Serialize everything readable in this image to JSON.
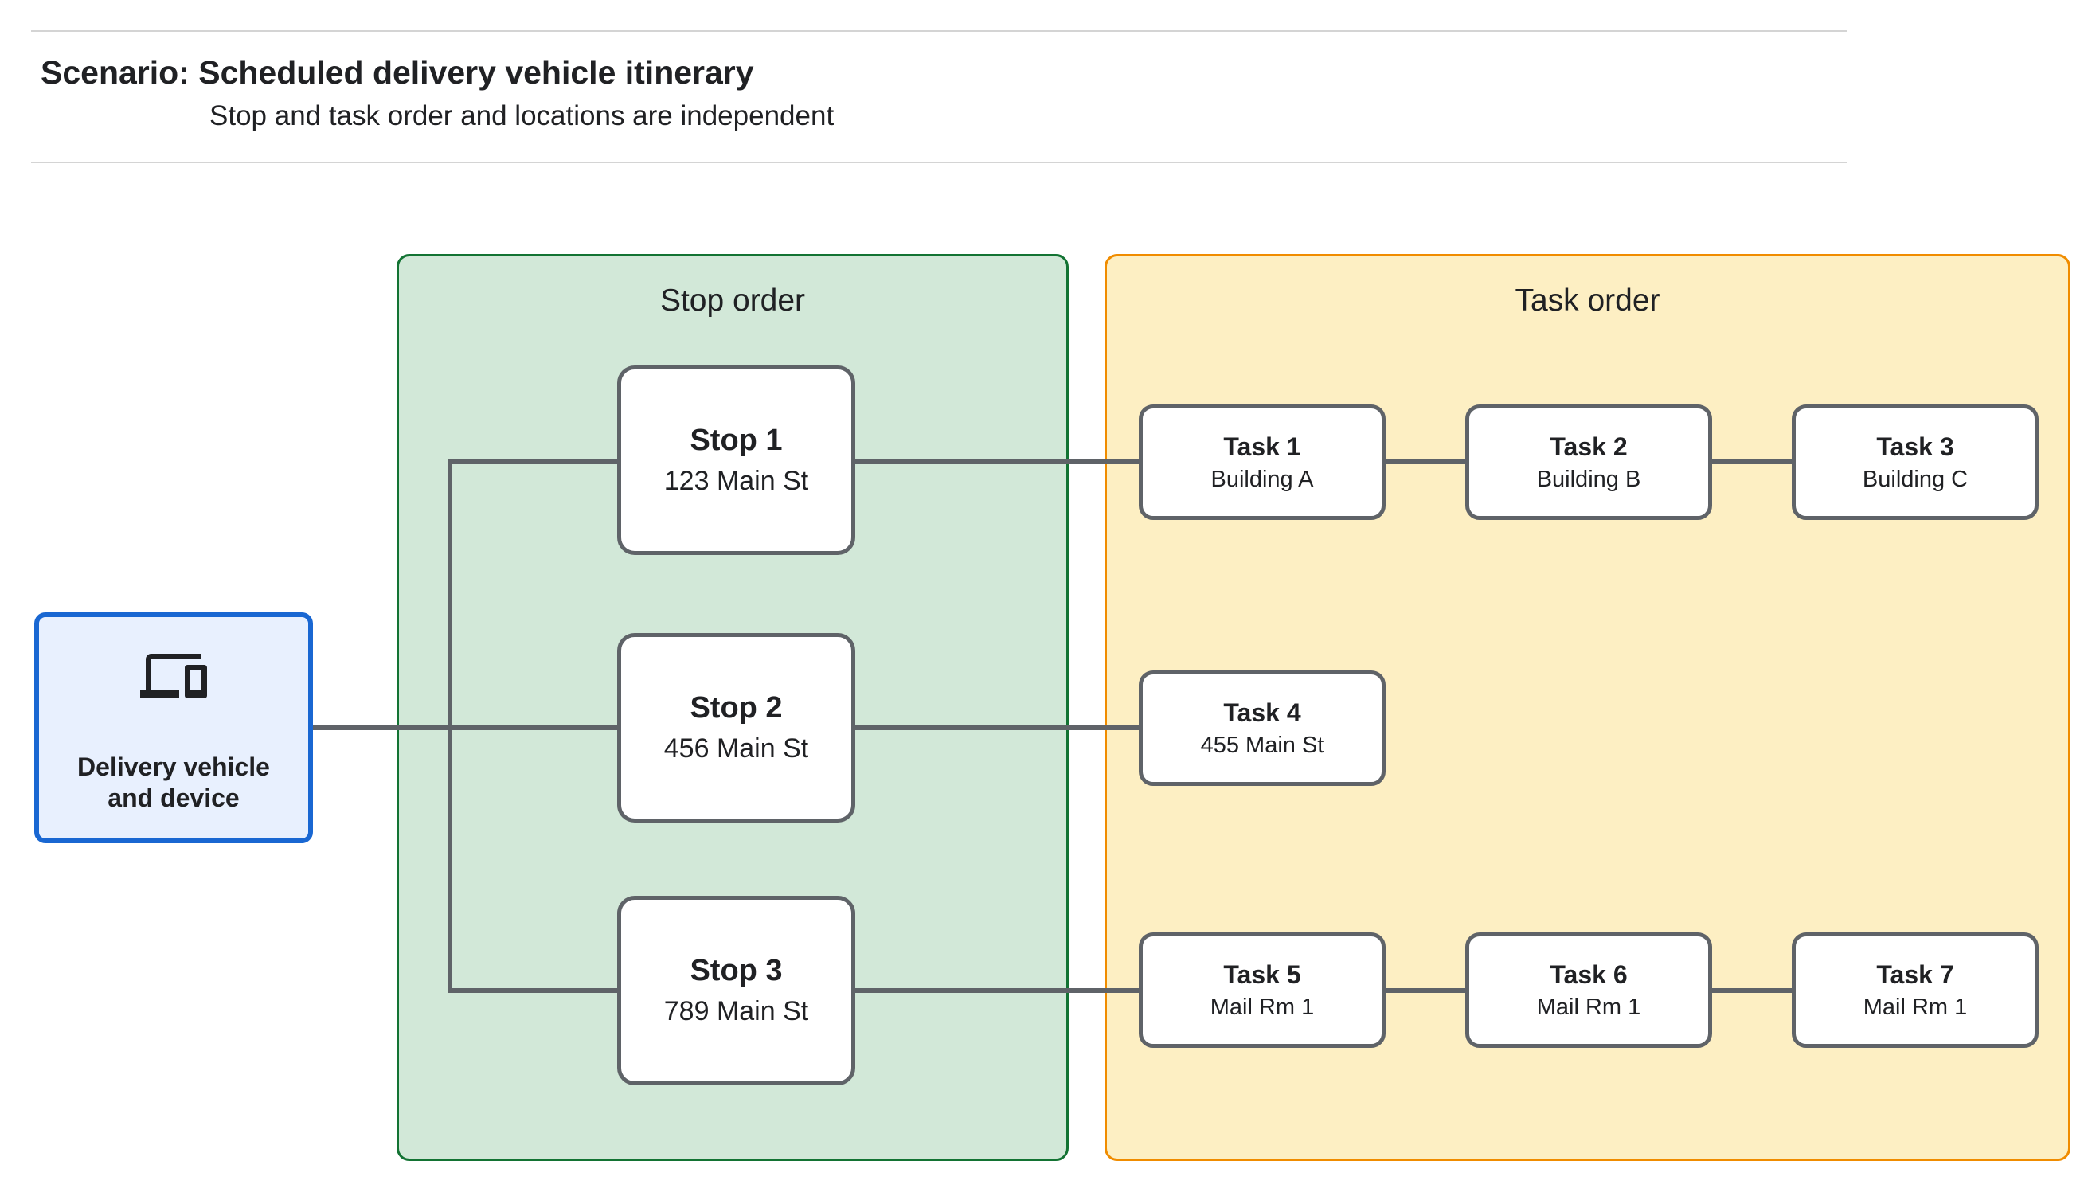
{
  "header": {
    "title": "Scenario: Scheduled delivery vehicle itinerary",
    "subtitle": "Stop and task order and locations are independent"
  },
  "source_node": {
    "icon": "devices-icon",
    "label_line1": "Delivery vehicle",
    "label_line2": "and device"
  },
  "groups": [
    {
      "title": "Stop order",
      "nodes": [
        {
          "title": "Stop 1",
          "subtitle": "123 Main St"
        },
        {
          "title": "Stop 2",
          "subtitle": "456 Main St"
        },
        {
          "title": "Stop 3",
          "subtitle": "789 Main St"
        }
      ]
    },
    {
      "title": "Task order",
      "rows": [
        [
          {
            "title": "Task 1",
            "subtitle": "Building A"
          },
          {
            "title": "Task 2",
            "subtitle": "Building B"
          },
          {
            "title": "Task 3",
            "subtitle": "Building C"
          }
        ],
        [
          {
            "title": "Task 4",
            "subtitle": "455 Main St"
          }
        ],
        [
          {
            "title": "Task 5",
            "subtitle": "Mail Rm 1"
          },
          {
            "title": "Task 6",
            "subtitle": "Mail Rm 1"
          },
          {
            "title": "Task 7",
            "subtitle": "Mail Rm 1"
          }
        ]
      ]
    }
  ],
  "colors": {
    "text": "#202124",
    "connector": "#5f6368",
    "node_border": "#5f6368",
    "node_fill": "#ffffff",
    "green_fill": "#d2e8d8",
    "green_border": "#137333",
    "yellow_fill": "#fdefc3",
    "yellow_border": "#f08c00",
    "blue_fill": "#e8f0fe",
    "blue_border": "#1967d2",
    "rule": "#d4d4d4"
  }
}
